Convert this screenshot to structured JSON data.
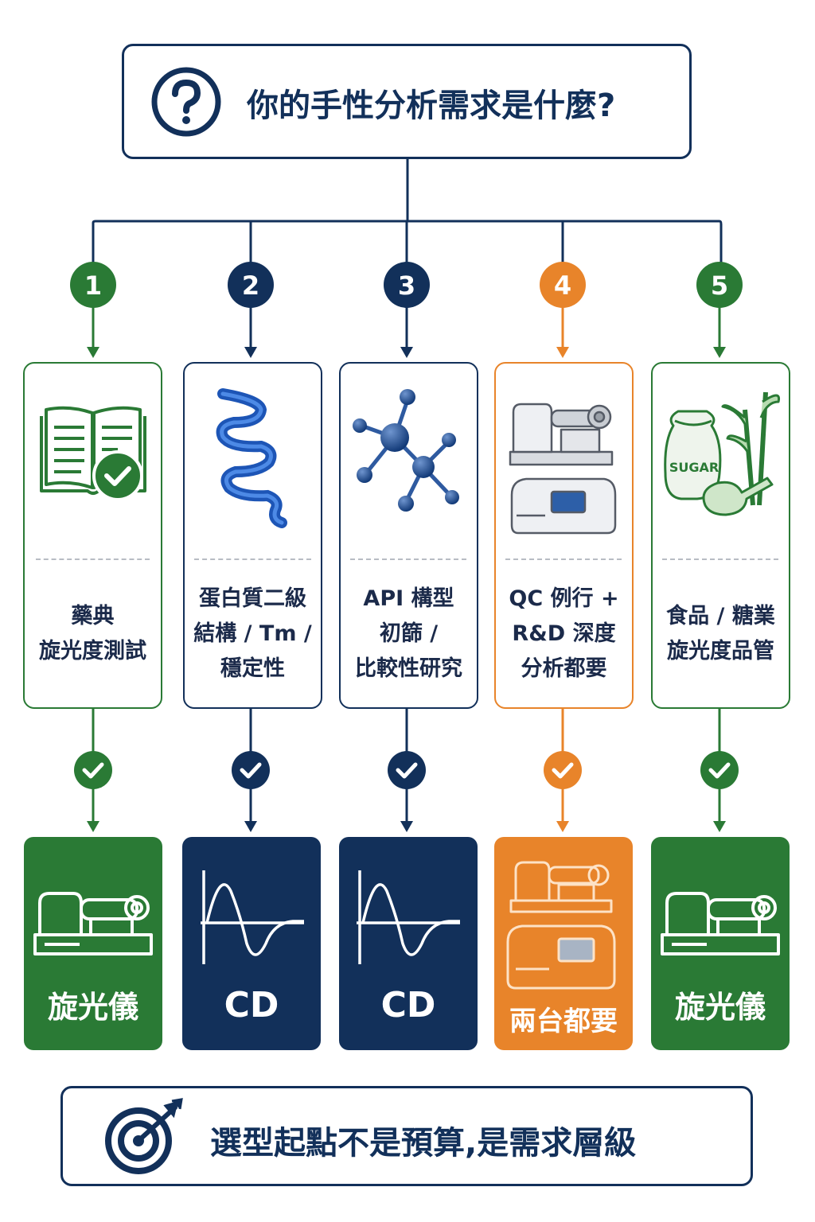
{
  "header": {
    "title": "你的手性分析需求是什麼?",
    "icon": "question-icon"
  },
  "colors": {
    "green": "#2a7a35",
    "navy": "#12305a",
    "orange": "#e8842a"
  },
  "options": [
    {
      "number": "1",
      "lines": [
        "藥典",
        "旋光度測試"
      ],
      "result": "旋光儀",
      "icon": "pharmacopeia-book-icon",
      "result_icon": "polarimeter-icon"
    },
    {
      "number": "2",
      "lines": [
        "蛋白質二級",
        "結構 / Tm /",
        "穩定性"
      ],
      "result": "CD",
      "icon": "protein-helix-icon",
      "result_icon": "cd-spectrum-icon"
    },
    {
      "number": "3",
      "lines": [
        "API 構型",
        "初篩 /",
        "比較性研究"
      ],
      "result": "CD",
      "icon": "molecule-icon",
      "result_icon": "cd-spectrum-icon"
    },
    {
      "number": "4",
      "lines": [
        "QC 例行 +",
        "R&D 深度",
        "分析都要"
      ],
      "result": "兩台都要",
      "icon": "instruments-icon",
      "result_icon": "both-instruments-icon"
    },
    {
      "number": "5",
      "lines": [
        "食品 / 糖業",
        "旋光度品管"
      ],
      "result": "旋光儀",
      "icon": "sugar-cane-icon",
      "result_icon": "polarimeter-icon"
    }
  ],
  "sugar_label": "SUGAR",
  "footer": {
    "title": "選型起點不是預算,是需求層級",
    "icon": "target-icon"
  }
}
